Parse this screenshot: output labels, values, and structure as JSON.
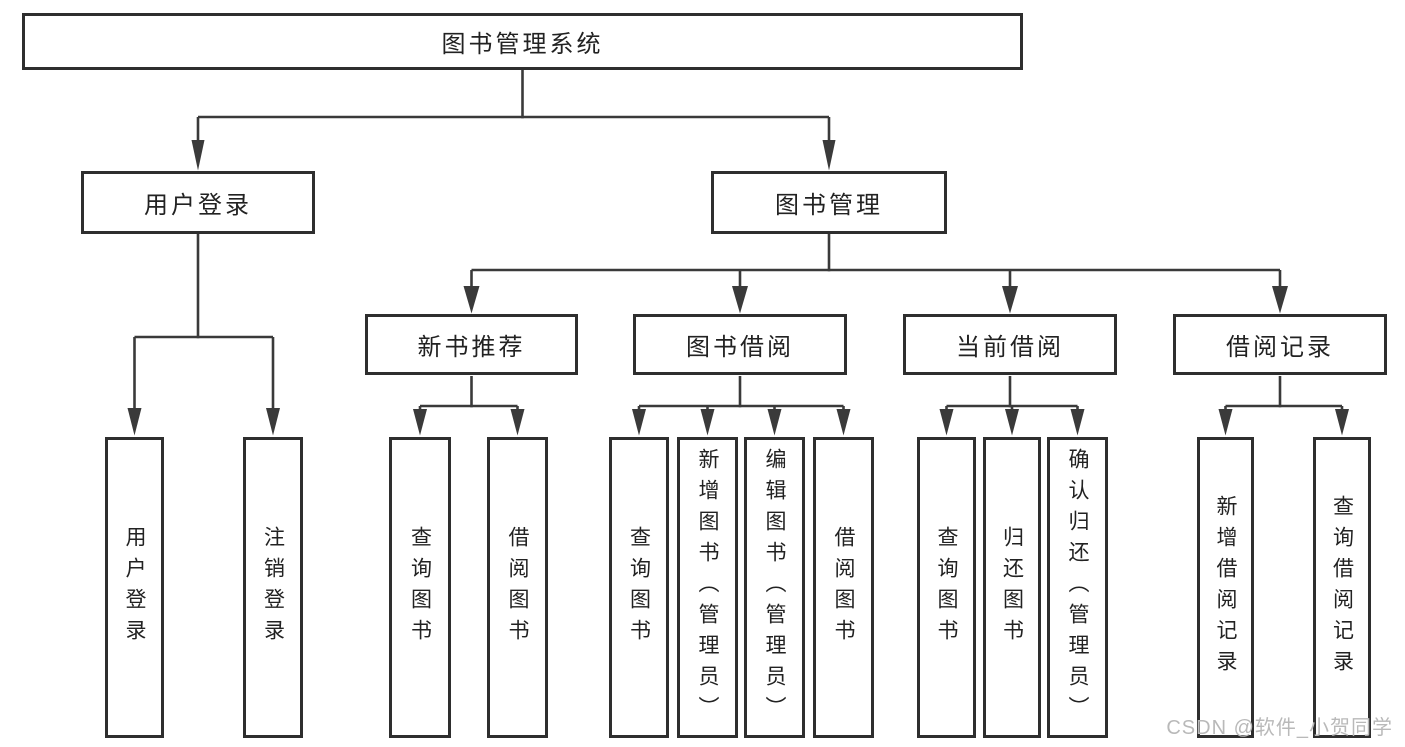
{
  "diagram": {
    "root": {
      "label": "图书管理系统"
    },
    "branches": [
      {
        "label": "用户登录",
        "children": [
          {
            "label": "用户登录"
          },
          {
            "label": "注销登录"
          }
        ]
      },
      {
        "label": "图书管理",
        "children": [
          {
            "label": "新书推荐",
            "children": [
              {
                "label": "查询图书"
              },
              {
                "label": "借阅图书"
              }
            ]
          },
          {
            "label": "图书借阅",
            "children": [
              {
                "label": "查询图书"
              },
              {
                "label": "新增图书（管理员）"
              },
              {
                "label": "编辑图书（管理员）"
              },
              {
                "label": "借阅图书"
              }
            ]
          },
          {
            "label": "当前借阅",
            "children": [
              {
                "label": "查询图书"
              },
              {
                "label": "归还图书"
              },
              {
                "label": "确认归还（管理员）"
              }
            ]
          },
          {
            "label": "借阅记录",
            "children": [
              {
                "label": "新增借阅记录"
              },
              {
                "label": "查询借阅记录"
              }
            ]
          }
        ]
      }
    ]
  },
  "watermark": {
    "text": "CSDN @软件_小贺同学"
  },
  "colors": {
    "line": "#3a3a3a",
    "box_border": "#2e2e2e",
    "text": "#222222",
    "watermark": "#b9b9b9",
    "background": "#ffffff"
  }
}
